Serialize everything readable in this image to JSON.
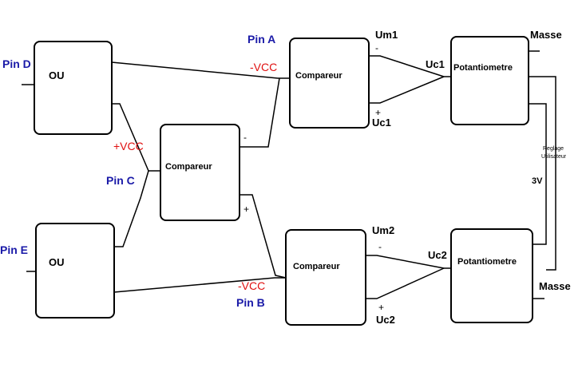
{
  "blocks": {
    "ou1": "OU",
    "ou2": "OU",
    "comp_mid": "Compareur",
    "comp_top": "Compareur",
    "comp_bot": "Compareur",
    "pot_top": "Potantiometre",
    "pot_bot": "Potantiometre"
  },
  "pins": {
    "pin_d": "Pin D",
    "pin_e": "Pin E",
    "pin_c": "Pin C",
    "pin_a": "Pin A",
    "pin_b": "Pin B"
  },
  "supply": {
    "vcc_pos": "+VCC",
    "vcc_neg_top": "-VCC",
    "vcc_neg_bot": "-VCC"
  },
  "signals": {
    "um1": "Um1",
    "uc1_top": "Uc1",
    "uc1_bottom": "Uc1",
    "um2": "Um2",
    "uc2_mid": "Uc2",
    "uc2_bottom": "Uc2"
  },
  "misc": {
    "masse_top": "Masse",
    "masse_bot": "Masse",
    "reglage": "Reglage",
    "utilisateur": "Utilisateur",
    "volt": "3V",
    "minus": "-",
    "plus": "+"
  },
  "colors": {
    "pin_label": "#1a1aa8",
    "vcc_label": "#e01010",
    "lines": "#000000"
  }
}
